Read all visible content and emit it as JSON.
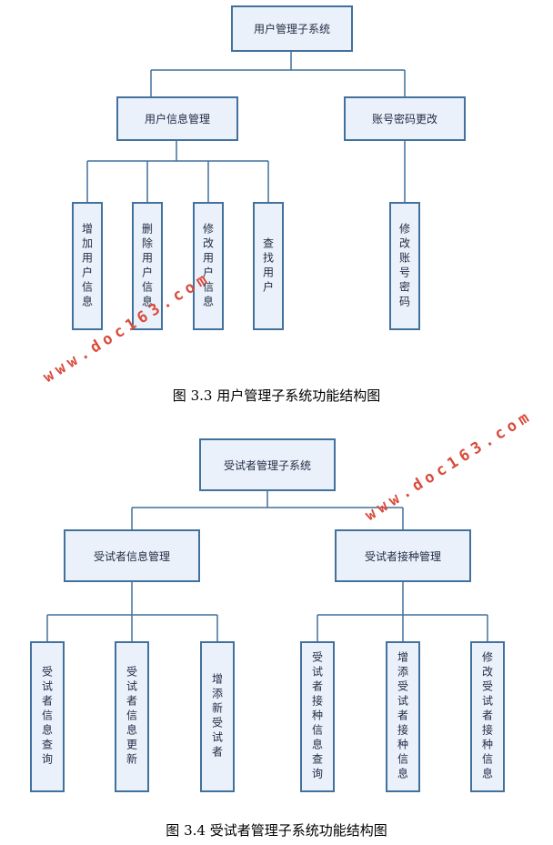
{
  "diagram1": {
    "root": "用户管理子系统",
    "level1": [
      "用户信息管理",
      "账号密码更改"
    ],
    "leaves": [
      "增加用户信息",
      "删除用户信息",
      "修改用户信息",
      "查找用户",
      "修改账号密码"
    ],
    "caption": "图 3.3  用户管理子系统功能结构图"
  },
  "diagram2": {
    "root": "受试者管理子系统",
    "level1": [
      "受试者信息管理",
      "受试者接种管理"
    ],
    "leaves": [
      "受试者信息查询",
      "受试者信息更新",
      "增添新受试者",
      "受试者接种信息查询",
      "增添受试者接种信息",
      "修改受试者接种信息"
    ],
    "caption": "图 3.4  受试者管理子系统功能结构图"
  },
  "watermark": "www.doc163.com",
  "colors": {
    "border": "#41719c",
    "fill": "#ebf1fa",
    "watermark": "#d94b3b"
  }
}
